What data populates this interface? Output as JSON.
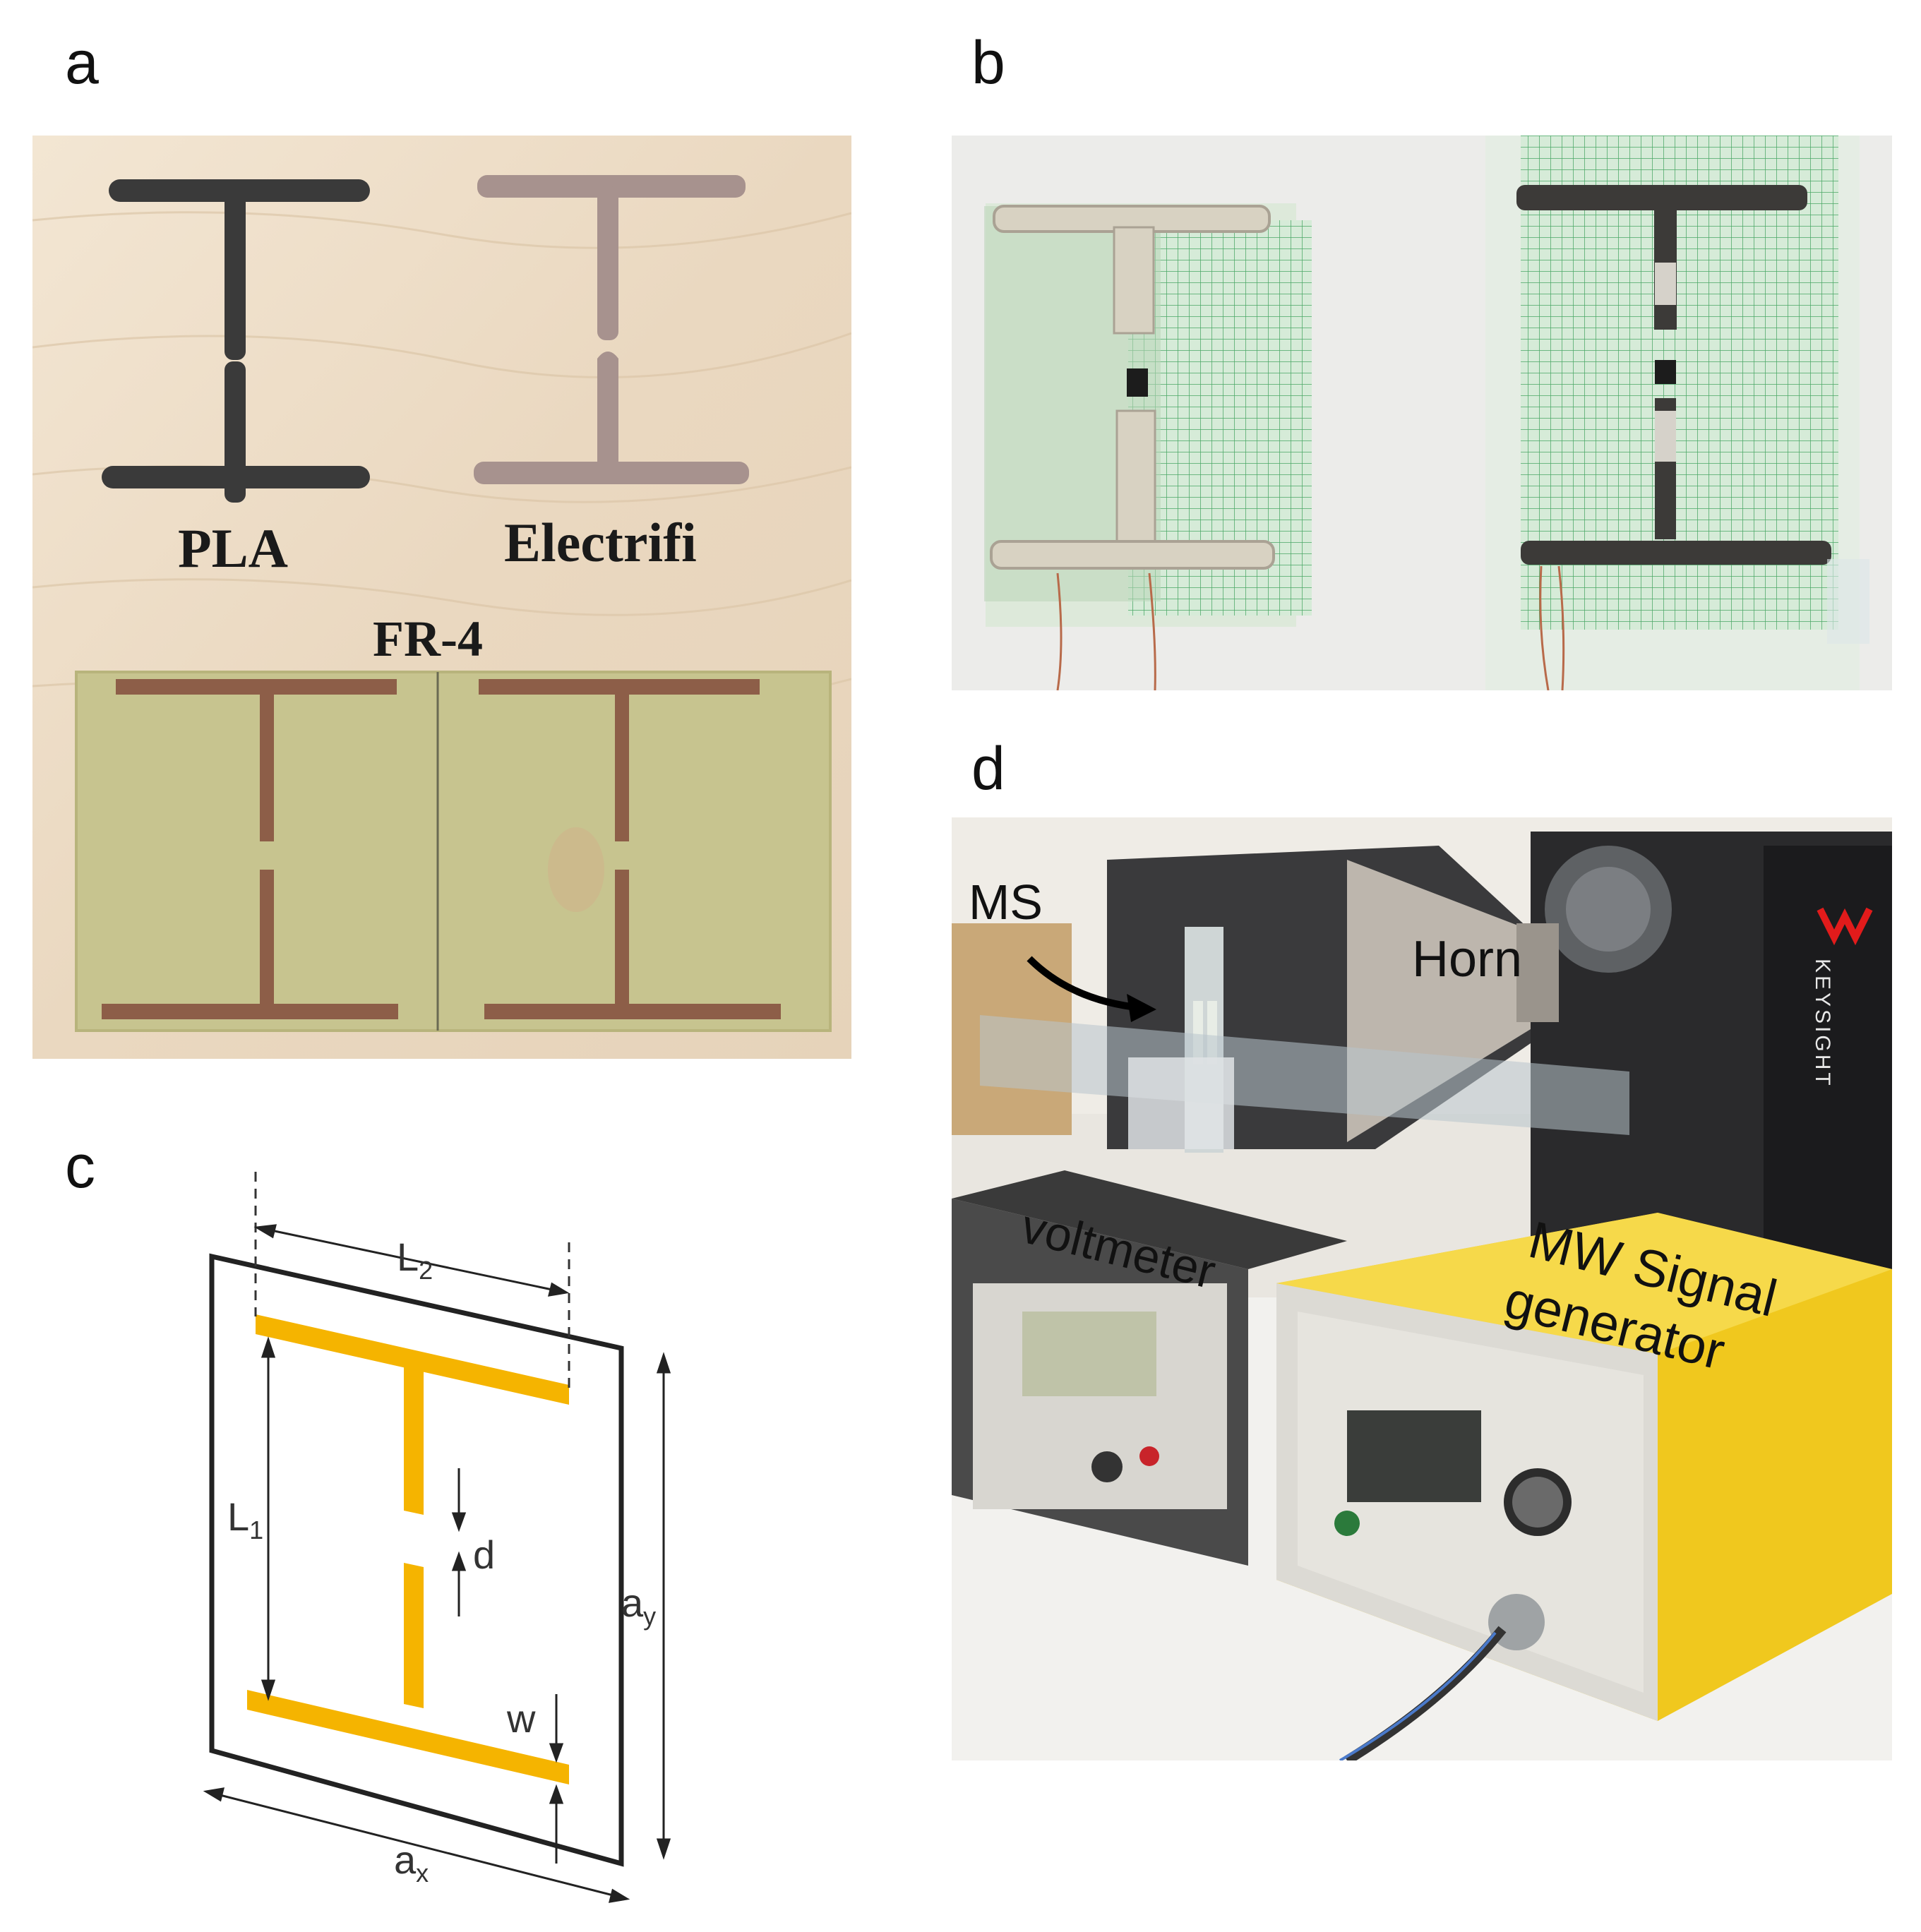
{
  "panels": {
    "a": {
      "letter": "a",
      "labels": {
        "pla": "PLA",
        "electrifi": "Electrifi",
        "fr4": "FR-4"
      }
    },
    "b": {
      "letter": "b"
    },
    "c": {
      "letter": "c",
      "dims": {
        "L2": "L",
        "L2_sub": "2",
        "L1": "L",
        "L1_sub": "1",
        "d": "d",
        "ay": "a",
        "ay_sub": "y",
        "w": "w",
        "ax": "a",
        "ax_sub": "x"
      }
    },
    "d": {
      "letter": "d",
      "labels": {
        "ms": "MS",
        "horn": "Horn",
        "voltmeter": "voltmeter",
        "mw_line1": "MW Signal",
        "mw_line2": "generator",
        "keysight": "KEYSIGHT"
      }
    }
  },
  "colors": {
    "resonator": "#f5b400",
    "fr4_board": "#c9c48c",
    "copper": "#8a5a44",
    "generator_yellow": "#f0c81e",
    "wood": "#ecdcc6"
  }
}
